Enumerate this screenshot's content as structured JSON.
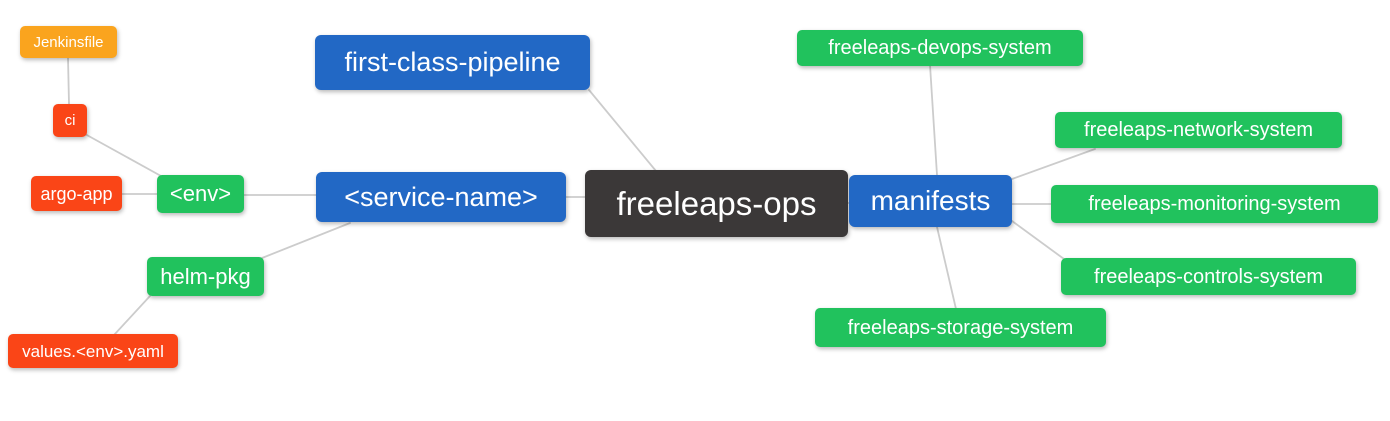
{
  "diagram": {
    "type": "mindmap",
    "root": "freeleaps_ops",
    "colors": {
      "root_bg": "#3B3838",
      "branch_blue": "#2268C5",
      "leaf_green": "#21C25D",
      "leaf_red": "#FA4517",
      "leaf_orange": "#FAA41E",
      "edge": "#CCCCCC",
      "text": "#FFFFFF"
    },
    "nodes": {
      "freeleaps_ops": {
        "label": "freeleaps-ops",
        "color": "#3B3838"
      },
      "first_class_pipeline": {
        "label": "first-class-pipeline",
        "color": "#2268C5"
      },
      "service_name": {
        "label": "<service-name>",
        "color": "#2268C5"
      },
      "manifests": {
        "label": "manifests",
        "color": "#2268C5"
      },
      "env": {
        "label": "<env>",
        "color": "#21C25D"
      },
      "helm_pkg": {
        "label": "helm-pkg",
        "color": "#21C25D"
      },
      "ci": {
        "label": "ci",
        "color": "#FA4517"
      },
      "argo_app": {
        "label": "argo-app",
        "color": "#FA4517"
      },
      "values_env_yaml": {
        "label": "values.<env>.yaml",
        "color": "#FA4517"
      },
      "jenkinsfile": {
        "label": "Jenkinsfile",
        "color": "#FAA41E"
      },
      "devops_system": {
        "label": "freeleaps-devops-system",
        "color": "#21C25D"
      },
      "network_system": {
        "label": "freeleaps-network-system",
        "color": "#21C25D"
      },
      "monitoring_system": {
        "label": "freeleaps-monitoring-system",
        "color": "#21C25D"
      },
      "controls_system": {
        "label": "freeleaps-controls-system",
        "color": "#21C25D"
      },
      "storage_system": {
        "label": "freeleaps-storage-system",
        "color": "#21C25D"
      }
    },
    "edges": [
      {
        "from": "freeleaps_ops",
        "to": "first_class_pipeline"
      },
      {
        "from": "freeleaps_ops",
        "to": "service_name"
      },
      {
        "from": "freeleaps_ops",
        "to": "manifests"
      },
      {
        "from": "service_name",
        "to": "env"
      },
      {
        "from": "service_name",
        "to": "helm_pkg"
      },
      {
        "from": "env",
        "to": "argo_app"
      },
      {
        "from": "env",
        "to": "ci"
      },
      {
        "from": "ci",
        "to": "jenkinsfile"
      },
      {
        "from": "helm_pkg",
        "to": "values_env_yaml"
      },
      {
        "from": "manifests",
        "to": "devops_system"
      },
      {
        "from": "manifests",
        "to": "network_system"
      },
      {
        "from": "manifests",
        "to": "monitoring_system"
      },
      {
        "from": "manifests",
        "to": "controls_system"
      },
      {
        "from": "manifests",
        "to": "storage_system"
      }
    ]
  }
}
